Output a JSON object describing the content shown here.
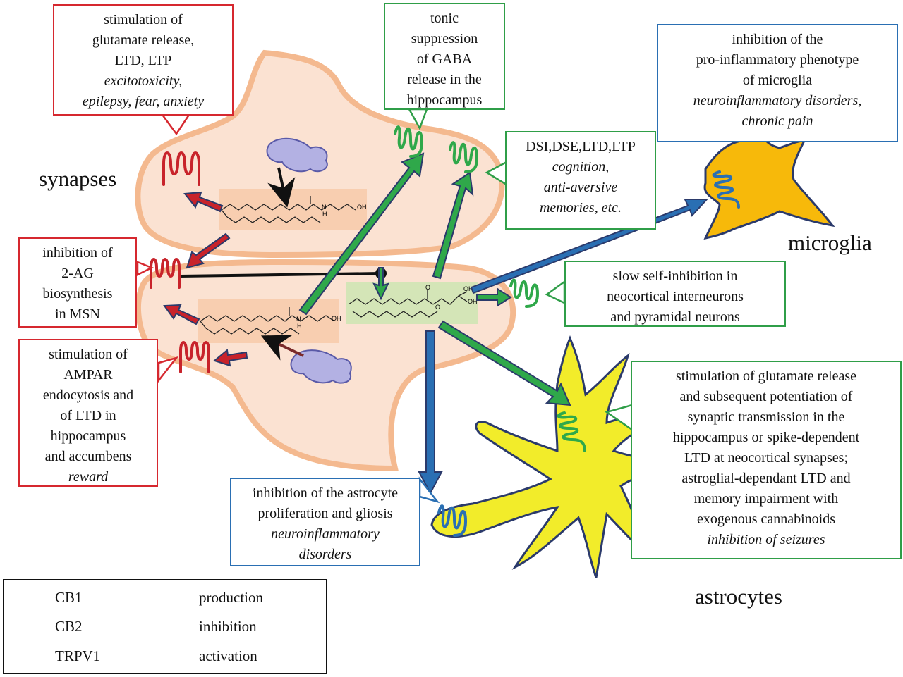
{
  "labels": {
    "synapses": "synapses",
    "microglia": "microglia",
    "astrocytes": "astrocytes"
  },
  "callouts": {
    "trpv1_glutamate": [
      "stimulation of",
      "glutamate release,",
      "LTD, LTP"
    ],
    "trpv1_glutamate_em": [
      "excitotoxicity,",
      "epilepsy, fear, anxiety"
    ],
    "gaba": [
      "tonic",
      "suppression",
      "of GABA",
      "release in the",
      "hippocampus"
    ],
    "microglia": [
      "inhibition of the",
      "pro-inflammatory phenotype",
      "of microglia"
    ],
    "microglia_em": [
      "neuroinflammatory disorders,",
      "chronic pain"
    ],
    "dsi": [
      "DSI,DSE,LTD,LTP"
    ],
    "dsi_em": [
      "cognition,",
      "anti-aversive",
      "memories, etc."
    ],
    "twoag": [
      "inhibition of",
      "2-AG",
      "biosynthesis",
      "in MSN"
    ],
    "self_inhibition": [
      "slow self-inhibition in",
      "neocortical interneurons",
      "and pyramidal neurons"
    ],
    "ampar": [
      "stimulation of",
      "AMPAR",
      "endocytosis and",
      "of LTD in",
      "hippocampus",
      "and accumbens"
    ],
    "ampar_em": [
      "reward"
    ],
    "astro_glut": [
      "stimulation of glutamate release",
      "and subsequent potentiation of",
      "synaptic transmission in the",
      "hippocampus or spike-dependent",
      "LTD at neocortical synapses;",
      "astroglial-dependant LTD and",
      "memory impairment with",
      "exogenous cannabinoids"
    ],
    "astro_glut_em": [
      "inhibition of seizures"
    ],
    "astro_prolif": [
      "inhibition of the astrocyte",
      "proliferation and gliosis"
    ],
    "astro_prolif_em": [
      "neuroinflammatory",
      "disorders"
    ]
  },
  "molecule_atoms": {
    "anandamide_n": "N",
    "anandamide_h": "H",
    "anandamide_oh": "OH",
    "anandamide2_n": "N",
    "anandamide2_h": "H",
    "anandamide2_oh": "OH",
    "twoag_o1": "O",
    "twoag_o2": "O",
    "twoag_oh1": "OH",
    "twoag_oh2": "OH"
  },
  "legend": {
    "items": [
      {
        "receptor": "CB1",
        "relation": "production"
      },
      {
        "receptor": "CB2",
        "relation": "inhibition"
      },
      {
        "receptor": "TRPV1",
        "relation": "activation"
      }
    ]
  },
  "colors": {
    "cb1": "#2fa84a",
    "cb2": "#2a6fb3",
    "trpv1": "#c8232b",
    "cell": "#fbe2d2",
    "cell_border": "#f4b98f",
    "astrocyte": "#f2ec2a",
    "microglia": "#f7b90a",
    "outline": "#2b3a6b"
  }
}
